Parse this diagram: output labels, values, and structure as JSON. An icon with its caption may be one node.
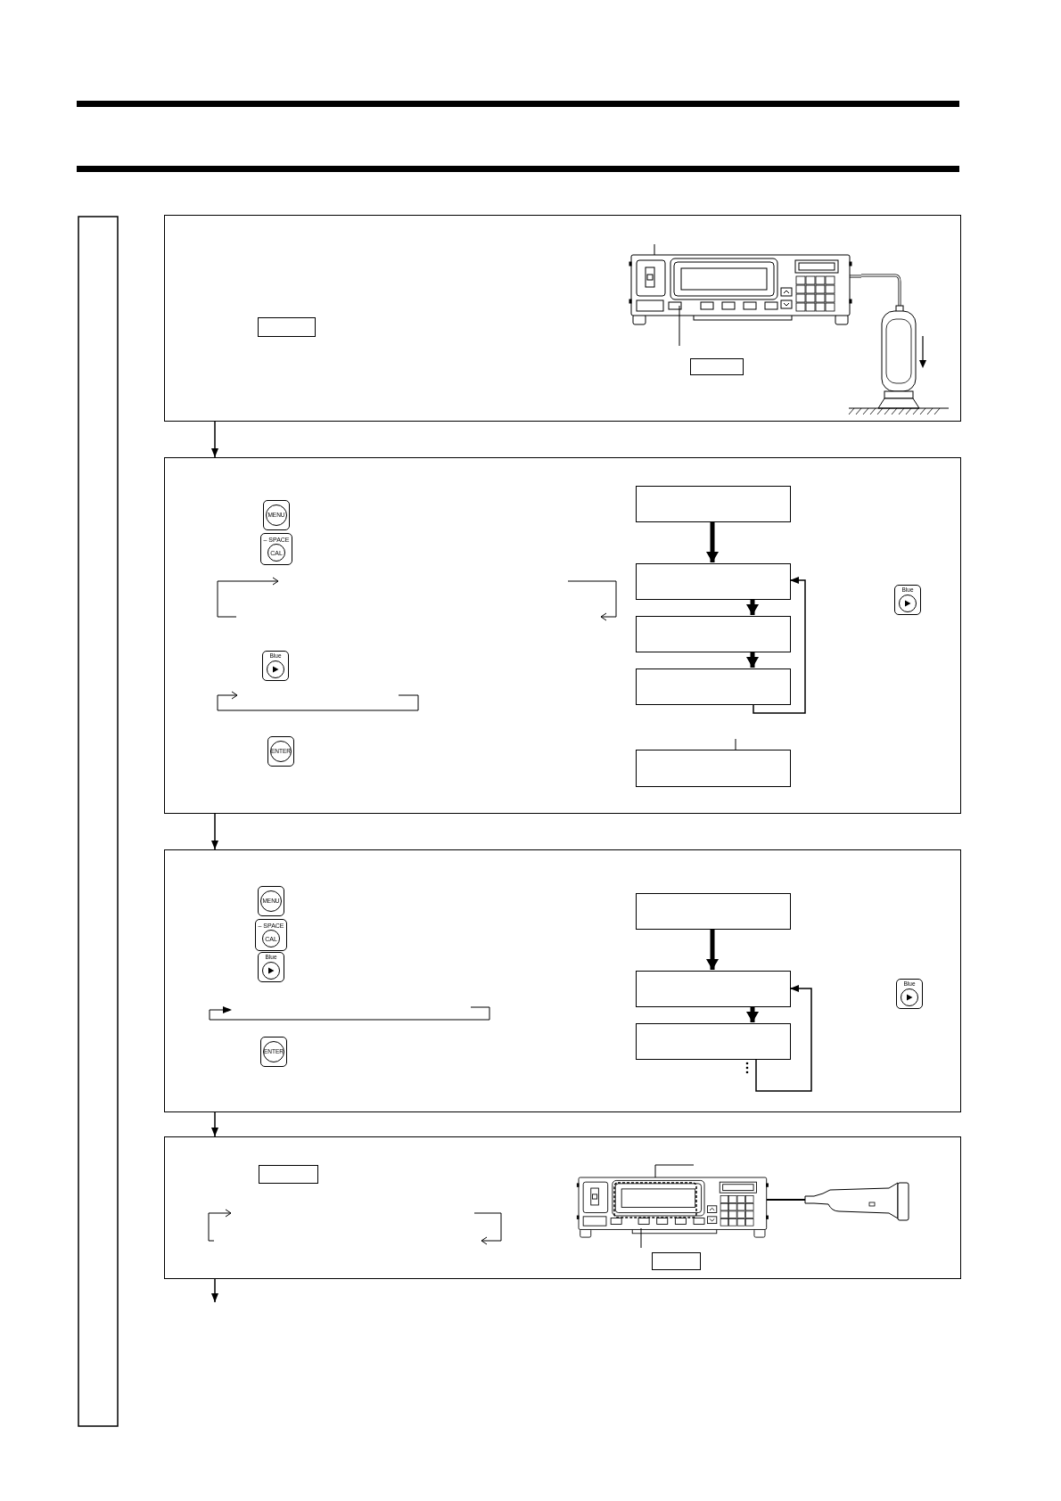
{
  "diagram": {
    "nodes": [
      {
        "text": [],
        "shape": "box"
      },
      {
        "text": [],
        "shape": "box",
        "in": 0
      },
      {
        "text": [],
        "shape": "picture",
        "in": 0
      },
      {
        "text": [],
        "shape": "box",
        "in": 0
      },
      {
        "text": [],
        "shape": "box"
      },
      {
        "text": [
          "MENU"
        ],
        "in": 4
      },
      {
        "text": [
          "– SPACE",
          "CAL"
        ],
        "in": 4
      },
      {
        "text": [
          "Blue"
        ],
        "in": 4
      },
      {
        "text": [
          "ENTER"
        ],
        "in": 4
      },
      {
        "text": [],
        "shape": "box",
        "in": 4
      },
      {
        "text": [],
        "shape": "box",
        "in": 4
      },
      {
        "text": [],
        "shape": "box",
        "in": 4
      },
      {
        "text": [],
        "shape": "box",
        "in": 4
      },
      {
        "text": [
          "Blue"
        ],
        "in": 4
      },
      {
        "text": [],
        "shape": "box",
        "in": 4
      },
      {
        "text": [],
        "shape": "box"
      },
      {
        "text": [
          "MENU"
        ],
        "in": 15
      },
      {
        "text": [
          "– SPACE",
          "CAL"
        ],
        "in": 15
      },
      {
        "text": [
          "Blue"
        ],
        "in": 15
      },
      {
        "text": [
          "ENTER"
        ],
        "in": 15
      },
      {
        "text": [],
        "shape": "box",
        "in": 15
      },
      {
        "text": [],
        "shape": "box",
        "in": 15
      },
      {
        "text": [],
        "shape": "box",
        "in": 15
      },
      {
        "text": [
          "Blue"
        ],
        "in": 15
      },
      {
        "text": [],
        "shape": "box"
      },
      {
        "text": [],
        "shape": "box",
        "in": 24
      },
      {
        "text": [],
        "shape": "picture",
        "in": 24
      },
      {
        "text": [],
        "shape": "box",
        "in": 24
      }
    ],
    "edges": [
      {
        "from": 0,
        "to": 4,
        "arrow": "to"
      },
      {
        "from": 4,
        "to": 15,
        "arrow": "to"
      },
      {
        "from": 15,
        "to": 24,
        "arrow": "to"
      },
      {
        "from": 24,
        "to": null,
        "arrow": "to"
      },
      {
        "from": 9,
        "to": 10,
        "arrow": "to",
        "style": "thick"
      },
      {
        "from": 10,
        "to": 11,
        "arrow": "to",
        "style": "thick"
      },
      {
        "from": 11,
        "to": 12,
        "arrow": "to",
        "style": "thick"
      },
      {
        "from": 12,
        "to": 10,
        "arrow": "to"
      },
      {
        "from": 20,
        "to": 21,
        "arrow": "to",
        "style": "thick"
      },
      {
        "from": 21,
        "to": 22,
        "arrow": "to",
        "style": "thick"
      },
      {
        "from": 22,
        "to": 21,
        "arrow": "to"
      }
    ]
  }
}
